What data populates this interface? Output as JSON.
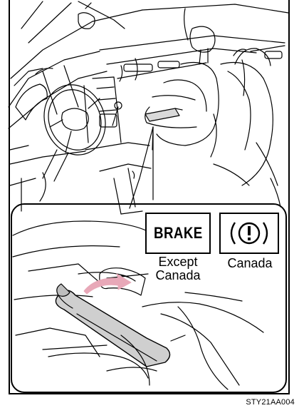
{
  "figure": {
    "reference_code": "STY21AA004"
  },
  "indicators": {
    "brake_text": "BRAKE",
    "except_canada_label": "Except\nCanada",
    "canada_label": "Canada",
    "canada_symbol": "(!)"
  }
}
